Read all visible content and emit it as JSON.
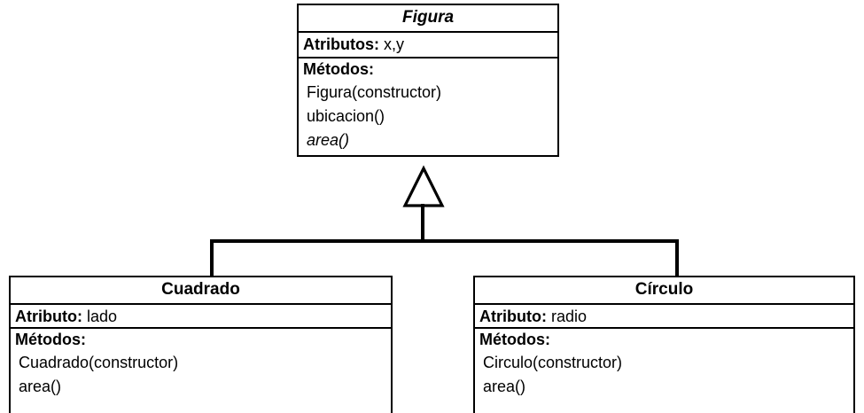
{
  "diagram": {
    "type": "uml-class-diagram",
    "notation": "UML",
    "language": "es",
    "background_color": "#ffffff",
    "line_color": "#000000",
    "text_color": "#000000"
  },
  "classes": {
    "figura": {
      "name": "Figura",
      "is_abstract": true,
      "attributes_label": "Atributos:",
      "attributes_value": "x,y",
      "methods_label": "Métodos:",
      "methods": [
        {
          "signature": "Figura(constructor)",
          "is_abstract": false
        },
        {
          "signature": "ubicacion()",
          "is_abstract": false
        },
        {
          "signature": "area()",
          "is_abstract": true
        }
      ]
    },
    "cuadrado": {
      "name": "Cuadrado",
      "is_abstract": false,
      "attributes_label": "Atributo:",
      "attributes_value": "lado",
      "methods_label": "Métodos:",
      "methods": [
        {
          "signature": "Cuadrado(constructor)",
          "is_abstract": false
        },
        {
          "signature": "area()",
          "is_abstract": false
        }
      ]
    },
    "circulo": {
      "name": "Círculo",
      "is_abstract": false,
      "attributes_label": "Atributo:",
      "attributes_value": "radio",
      "methods_label": "Métodos:",
      "methods": [
        {
          "signature": "Circulo(constructor)",
          "is_abstract": false
        },
        {
          "signature": "area()",
          "is_abstract": false
        }
      ]
    }
  },
  "relationships": [
    {
      "kind": "generalization",
      "from": "Cuadrado",
      "to": "Figura",
      "arrow": "hollow-triangle"
    },
    {
      "kind": "generalization",
      "from": "Círculo",
      "to": "Figura",
      "arrow": "hollow-triangle"
    }
  ]
}
